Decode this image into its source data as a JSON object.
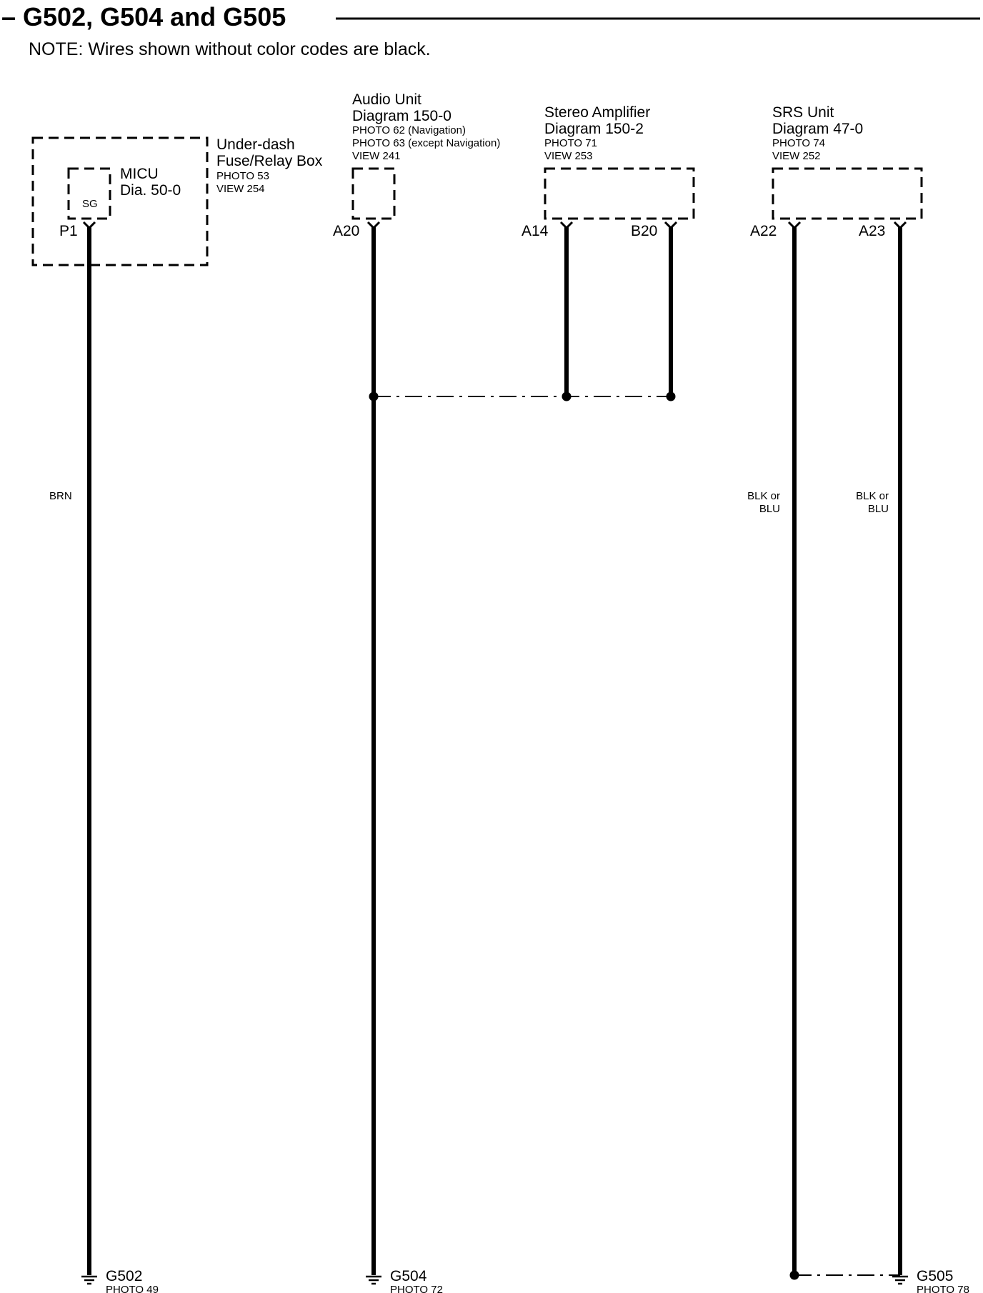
{
  "header": {
    "title": "– G502, G504 and G505",
    "note": "NOTE: Wires shown without color codes are black."
  },
  "components": {
    "underdash_box": {
      "name_line1": "Under-dash",
      "name_line2": "Fuse/Relay Box",
      "photo": "PHOTO 53",
      "view": "VIEW 254"
    },
    "micu": {
      "name": "MICU",
      "diagram": "Dia. 50-0",
      "terminal": "SG",
      "pin": "P1"
    },
    "audio_unit": {
      "name": "Audio Unit",
      "diagram": "Diagram 150-0",
      "photo_1": "PHOTO 62 (Navigation)",
      "photo_2": "PHOTO 63 (except Navigation)",
      "view": "VIEW 241",
      "pin": "A20"
    },
    "stereo_amplifier": {
      "name": "Stereo Amplifier",
      "diagram": "Diagram 150-2",
      "photo": "PHOTO 71",
      "view": "VIEW 253",
      "pin_1": "A14",
      "pin_2": "B20"
    },
    "srs_unit": {
      "name": "SRS Unit",
      "diagram": "Diagram 47-0",
      "photo": "PHOTO 74",
      "view": "VIEW 252",
      "pin_1": "A22",
      "pin_2": "A23"
    }
  },
  "wires": {
    "brn": "BRN",
    "a22_color_line1": "BLK or",
    "a22_color_line2": "BLU",
    "a23_color_line1": "BLK or",
    "a23_color_line2": "BLU"
  },
  "grounds": {
    "g502": {
      "name": "G502",
      "photo": "PHOTO 49"
    },
    "g504": {
      "name": "G504",
      "photo": "PHOTO 72"
    },
    "g505": {
      "name": "G505",
      "photo": "PHOTO 78"
    }
  }
}
